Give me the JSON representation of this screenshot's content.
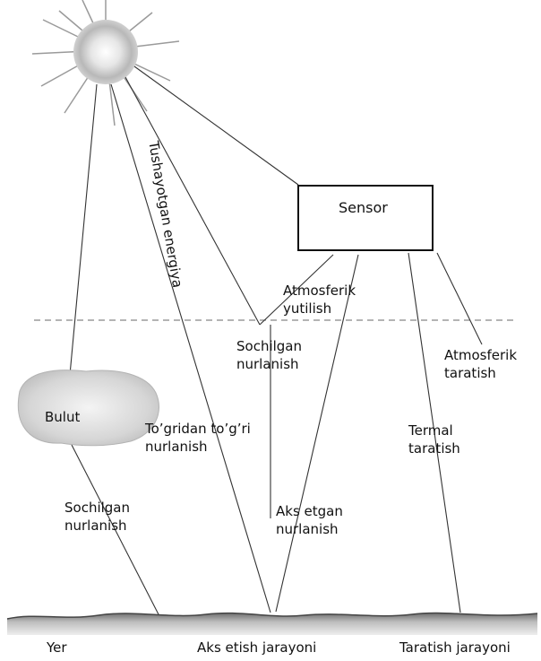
{
  "diagram": {
    "sensor": "Sensor",
    "incoming_energy": "Tushayotgan energiya",
    "atmospheric_absorption": [
      "Atmosferik",
      "yutilish"
    ],
    "scattered_upper": [
      "Sochilgan",
      "nurlanish"
    ],
    "atmospheric_emission": [
      "Atmosferik",
      "taratish"
    ],
    "cloud": "Bulut",
    "direct_radiation": [
      "To’gridan to’g’ri",
      "nurlanish"
    ],
    "thermal_emission": [
      "Termal",
      "taratish"
    ],
    "scattered_lower": [
      "Sochilgan",
      "nurlanish"
    ],
    "reflected_radiation": [
      "Aks etgan",
      "nurlanish"
    ],
    "ground": "Yer",
    "reflection_process": "Aks etish jarayoni",
    "emission_process": "Taratish jarayoni"
  }
}
